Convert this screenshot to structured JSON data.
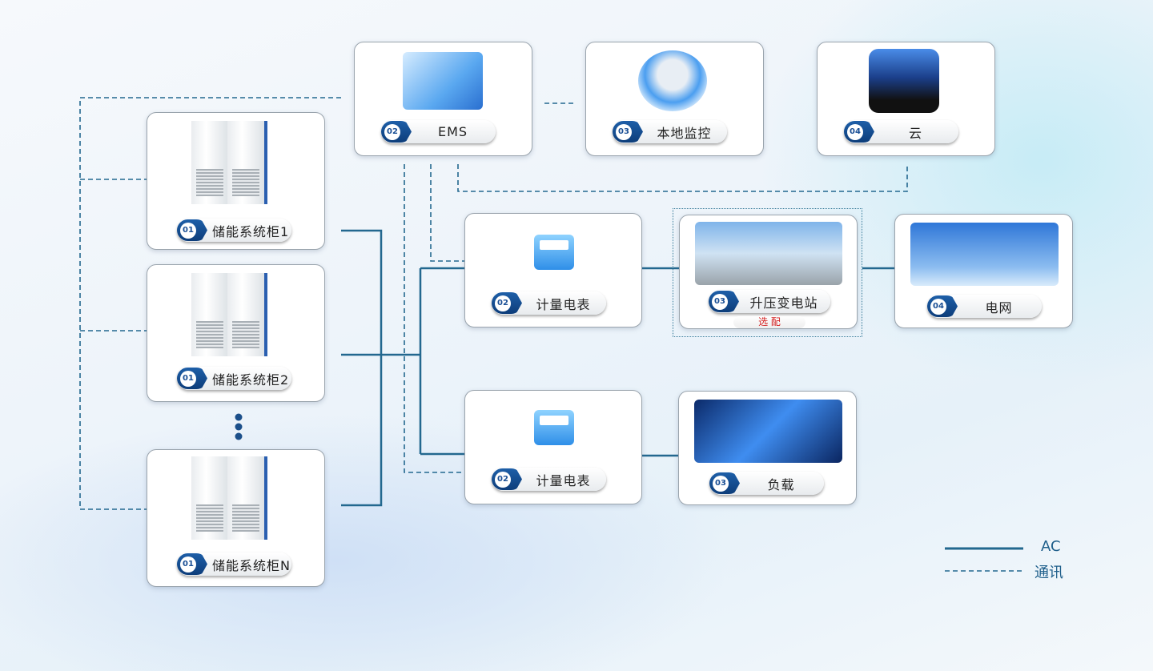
{
  "nodes": {
    "cabinet1": {
      "num": "01",
      "label": "储能系统柜1"
    },
    "cabinet2": {
      "num": "01",
      "label": "储能系统柜2"
    },
    "cabinetN": {
      "num": "01",
      "label": "储能系统柜N"
    },
    "ems": {
      "num": "02",
      "label": "EMS"
    },
    "monitor": {
      "num": "03",
      "label": "本地监控"
    },
    "cloud": {
      "num": "04",
      "label": "云"
    },
    "meter1": {
      "num": "02",
      "label": "计量电表"
    },
    "meter2": {
      "num": "02",
      "label": "计量电表"
    },
    "substation": {
      "num": "03",
      "label": "升压变电站",
      "note": "选 配"
    },
    "grid": {
      "num": "04",
      "label": "电网"
    },
    "load": {
      "num": "03",
      "label": "负载"
    }
  },
  "legend": {
    "ac": "AC",
    "comm": "通讯"
  },
  "colors": {
    "line": "#23688f",
    "badge": "#154c8e",
    "note": "#d42020"
  }
}
